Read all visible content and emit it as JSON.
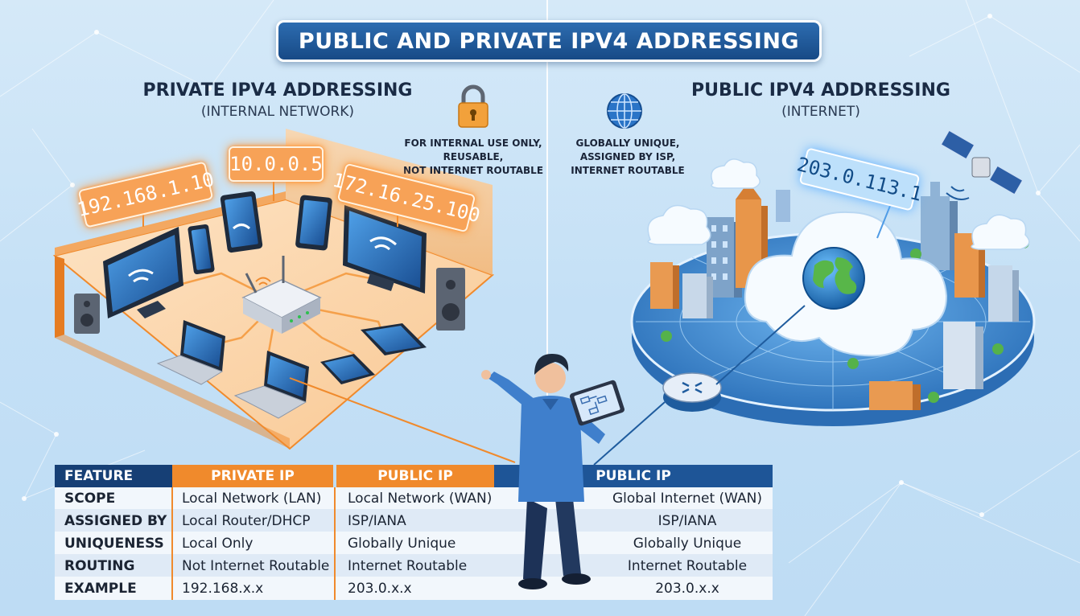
{
  "title": "PUBLIC AND PRIVATE IPV4 ADDRESSING",
  "private_section": {
    "title": "PRIVATE IPV4 ADDRESSING",
    "subtitle": "(INTERNAL NETWORK)",
    "icon": "padlock-icon",
    "note_lines": [
      "FOR INTERNAL USE ONLY,",
      "REUSABLE,",
      "NOT INTERNET ROUTABLE"
    ],
    "ip_addresses": [
      "192.168.1.10",
      "10.0.0.5",
      "172.16.25.100"
    ]
  },
  "public_section": {
    "title": "PUBLIC IPV4 ADDRESSING",
    "subtitle": "(INTERNET)",
    "icon": "globe-icon",
    "note_lines": [
      "GLOBALLY UNIQUE,",
      "ASSIGNED BY ISP,",
      "INTERNET ROUTABLE"
    ],
    "ip_address": "203.0.113.1"
  },
  "comparison_table": {
    "headers": [
      "FEATURE",
      "PRIVATE IP",
      "PUBLIC IP",
      "PUBLIC IP"
    ],
    "rows": [
      [
        "SCOPE",
        "Local Network (LAN)",
        "Local Network (WAN)",
        "Global Internet (WAN)"
      ],
      [
        "ASSIGNED BY",
        "Local Router/DHCP",
        "ISP/IANA",
        "ISP/IANA"
      ],
      [
        "UNIQUENESS",
        "Local Only",
        "Globally Unique",
        "Globally Unique"
      ],
      [
        "ROUTING",
        "Not Internet Routable",
        "Internet Routable",
        "Internet Routable"
      ],
      [
        "EXAMPLE",
        "192.168.x.x",
        "203.0.x.x",
        "203.0.x.x"
      ]
    ]
  },
  "colors": {
    "private_accent": "#f08a2c",
    "public_accent": "#1f5c9e",
    "title_bar": "#1d548f",
    "background": "#cbe4f7"
  }
}
